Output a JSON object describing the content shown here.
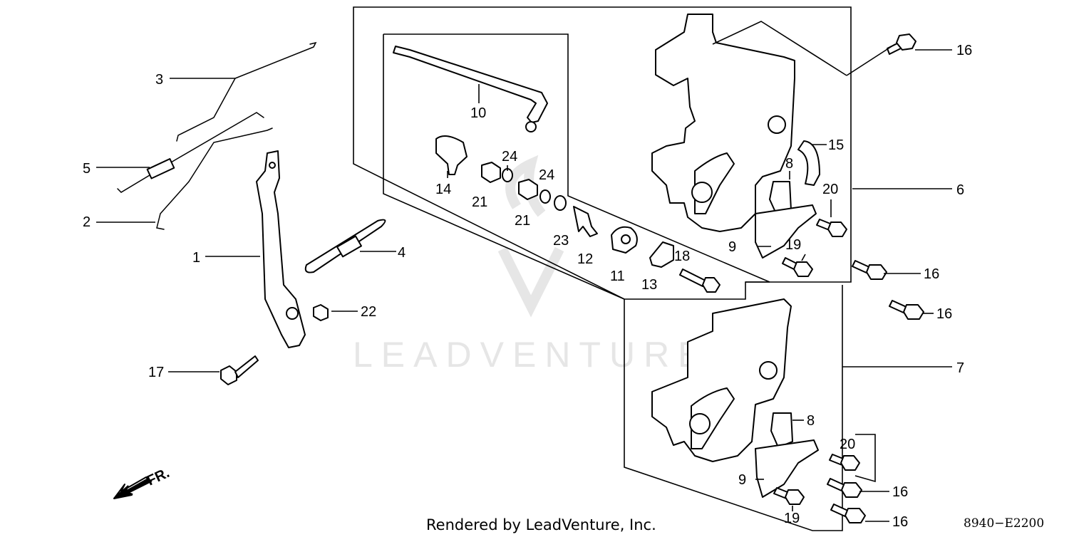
{
  "watermark": "LEADVENTURE",
  "footer": "Rendered by LeadVenture, Inc.",
  "diagram_code": "8940−E2200",
  "direction_label": "FR.",
  "direction_icon": "arrow-down-left-icon",
  "callouts": [
    {
      "id": "c16a",
      "label": "16"
    },
    {
      "id": "c3",
      "label": "3"
    },
    {
      "id": "c10",
      "label": "10"
    },
    {
      "id": "c15",
      "label": "15"
    },
    {
      "id": "c5",
      "label": "5"
    },
    {
      "id": "c24a",
      "label": "24"
    },
    {
      "id": "c8a",
      "label": "8"
    },
    {
      "id": "c6",
      "label": "6"
    },
    {
      "id": "c24b",
      "label": "24"
    },
    {
      "id": "c20a",
      "label": "20"
    },
    {
      "id": "c14",
      "label": "14"
    },
    {
      "id": "c21a",
      "label": "21"
    },
    {
      "id": "c2",
      "label": "2"
    },
    {
      "id": "c21b",
      "label": "21"
    },
    {
      "id": "c23",
      "label": "23"
    },
    {
      "id": "c9a",
      "label": "9"
    },
    {
      "id": "c19a",
      "label": "19"
    },
    {
      "id": "c4",
      "label": "4"
    },
    {
      "id": "c1",
      "label": "1"
    },
    {
      "id": "c12",
      "label": "12"
    },
    {
      "id": "c11",
      "label": "11"
    },
    {
      "id": "c18",
      "label": "18"
    },
    {
      "id": "c16b",
      "label": "16"
    },
    {
      "id": "c13",
      "label": "13"
    },
    {
      "id": "c22",
      "label": "22"
    },
    {
      "id": "c16c",
      "label": "16"
    },
    {
      "id": "c7",
      "label": "7"
    },
    {
      "id": "c17",
      "label": "17"
    },
    {
      "id": "c8b",
      "label": "8"
    },
    {
      "id": "c20b",
      "label": "20"
    },
    {
      "id": "c9b",
      "label": "9"
    },
    {
      "id": "c16d",
      "label": "16"
    },
    {
      "id": "c19b",
      "label": "19"
    },
    {
      "id": "c16e",
      "label": "16"
    }
  ]
}
